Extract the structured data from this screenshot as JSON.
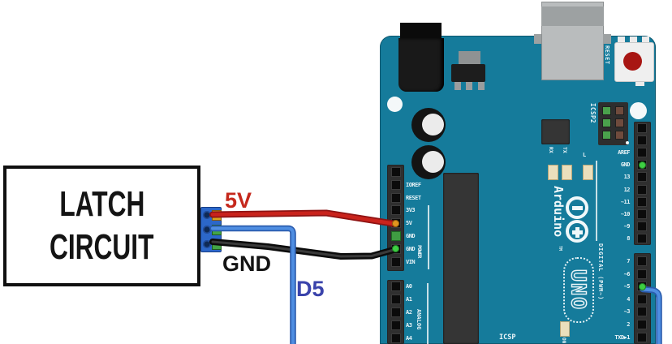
{
  "latch": {
    "line1": "LATCH",
    "line2": "CIRCUIT"
  },
  "wire_labels": {
    "power": "5V",
    "ground": "GND",
    "signal": "D5"
  },
  "board": {
    "brand": "Arduino",
    "brand_tm": "TM",
    "model": "UNO",
    "reset_label": "RESET",
    "icsp2_label": "ICSP2",
    "icsp_label": "ICSP",
    "on_label": "ON",
    "led_labels": {
      "rx": "RX",
      "tx": "TX",
      "l": "L"
    },
    "group_labels": {
      "power": "POWER",
      "analog": "ANALOG",
      "digital": "DIGITAL (PWM~)"
    },
    "headers": {
      "power": [
        {
          "label": ""
        },
        {
          "label": "IOREF"
        },
        {
          "label": "RESET"
        },
        {
          "label": "3V3"
        },
        {
          "label": "5V",
          "state": "orange_dot"
        },
        {
          "label": "GND",
          "state": "green_square"
        },
        {
          "label": "GND",
          "state": "green_dot"
        },
        {
          "label": "VIN"
        }
      ],
      "analog": [
        {
          "label": "A0"
        },
        {
          "label": "A1"
        },
        {
          "label": "A2"
        },
        {
          "label": "A3"
        },
        {
          "label": "A4"
        }
      ],
      "digital_top": [
        {
          "label": ""
        },
        {
          "label": ""
        },
        {
          "label": "AREF"
        },
        {
          "label": "GND",
          "state": "green_dot"
        },
        {
          "label": "13"
        },
        {
          "label": "12"
        },
        {
          "label": "~11"
        },
        {
          "label": "~10"
        },
        {
          "label": "~9"
        },
        {
          "label": "8"
        }
      ],
      "digital_bottom": [
        {
          "label": "7"
        },
        {
          "label": "~6"
        },
        {
          "label": "~5",
          "state": "green_dot"
        },
        {
          "label": "4"
        },
        {
          "label": "~3"
        },
        {
          "label": "2"
        },
        {
          "label": "TXD▶1"
        }
      ]
    }
  },
  "colors": {
    "board_teal": "#157b9b",
    "header_strip": "#2f2f2f",
    "wire_red": "#c9231c",
    "wire_black": "#2e2e2e",
    "wire_blue": "#4f8ee2",
    "label_red": "#c5281c",
    "label_black": "#141414",
    "label_blue": "#3a43ab",
    "terminal_block_blue": "#2c67c9",
    "connected_green": "#3ecf43",
    "connected_orange": "#e2951f",
    "silkscreen_white": "#e7f3f7"
  }
}
